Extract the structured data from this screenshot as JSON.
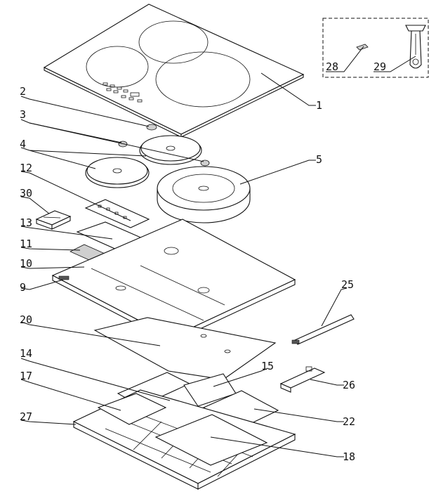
{
  "diagram": {
    "callouts": [
      {
        "id": "1",
        "text": "1"
      },
      {
        "id": "2",
        "text": "2"
      },
      {
        "id": "3",
        "text": "3"
      },
      {
        "id": "4",
        "text": "4"
      },
      {
        "id": "5",
        "text": "5"
      },
      {
        "id": "12",
        "text": "12"
      },
      {
        "id": "30",
        "text": "30"
      },
      {
        "id": "13",
        "text": "13"
      },
      {
        "id": "11",
        "text": "11"
      },
      {
        "id": "10",
        "text": "10"
      },
      {
        "id": "9",
        "text": "9"
      },
      {
        "id": "20",
        "text": "20"
      },
      {
        "id": "25",
        "text": "25"
      },
      {
        "id": "14",
        "text": "14"
      },
      {
        "id": "15",
        "text": "15"
      },
      {
        "id": "26",
        "text": "26"
      },
      {
        "id": "17",
        "text": "17"
      },
      {
        "id": "22",
        "text": "22"
      },
      {
        "id": "27",
        "text": "27"
      },
      {
        "id": "18",
        "text": "18"
      },
      {
        "id": "28",
        "text": "28"
      },
      {
        "id": "29",
        "text": "29"
      }
    ]
  },
  "colors": {
    "line": "#111111",
    "background": "#ffffff"
  }
}
